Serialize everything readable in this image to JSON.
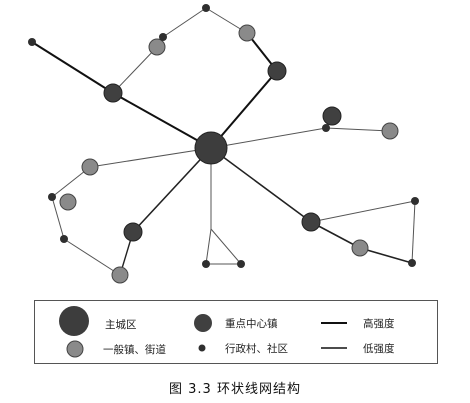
{
  "caption": "图 3.3   环状线网结构",
  "legend": {
    "main_city": "主城区",
    "key_town": "重点中心镇",
    "high_intensity": "高强度",
    "general_town": "一般镇、街道",
    "village": "行政村、社区",
    "low_intensity": "低强度"
  },
  "colors": {
    "main_city": "#3d3d3d",
    "key_town": "#404040",
    "general_town": "#8a8a8a",
    "village": "#2f2f2f",
    "high_line": "#111111",
    "low_line": "#444444"
  }
}
